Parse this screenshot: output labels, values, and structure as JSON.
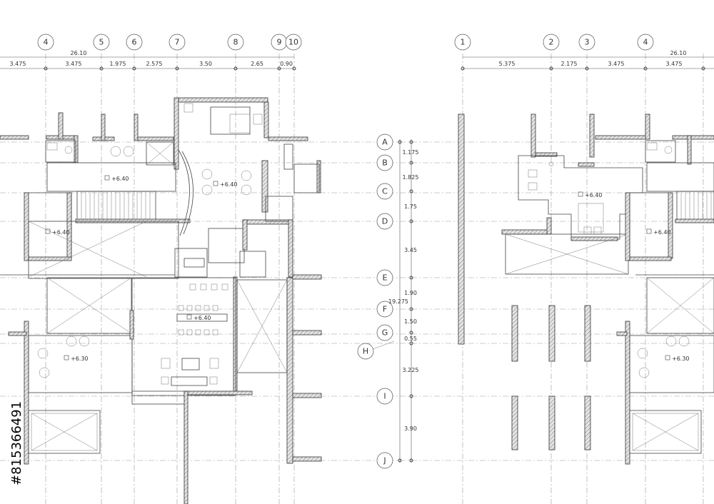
{
  "plan_left": {
    "grid_columns": [
      "4",
      "5",
      "6",
      "7",
      "8",
      "9",
      "10"
    ],
    "overall_dimension": "26.10",
    "segment_dimensions": [
      "3.475",
      "3.475",
      "1.975",
      "2.575",
      "3.50",
      "2.65",
      "0.90"
    ],
    "level_labels": [
      "+6.40",
      "+6.40",
      "+6.40",
      "+6.40",
      "+6.30"
    ]
  },
  "plan_right": {
    "grid_columns": [
      "1",
      "2",
      "3",
      "4"
    ],
    "overall_dimension": "26.10",
    "segment_dimensions": [
      "5.375",
      "2.175",
      "3.475",
      "3.475"
    ],
    "level_labels": [
      "+6.40",
      "+6.40",
      "+6.30"
    ]
  },
  "grid_rows": {
    "labels": [
      "A",
      "B",
      "C",
      "D",
      "E",
      "F",
      "G",
      "H",
      "I",
      "J"
    ],
    "segment_dimensions": [
      "1.175",
      "1.825",
      "1.75",
      "3.45",
      "1.90",
      "1.50",
      "0.55",
      "3.225",
      "3.90"
    ],
    "overall_dimension": "19.275"
  },
  "watermark": {
    "stock_id": "#815366491"
  }
}
